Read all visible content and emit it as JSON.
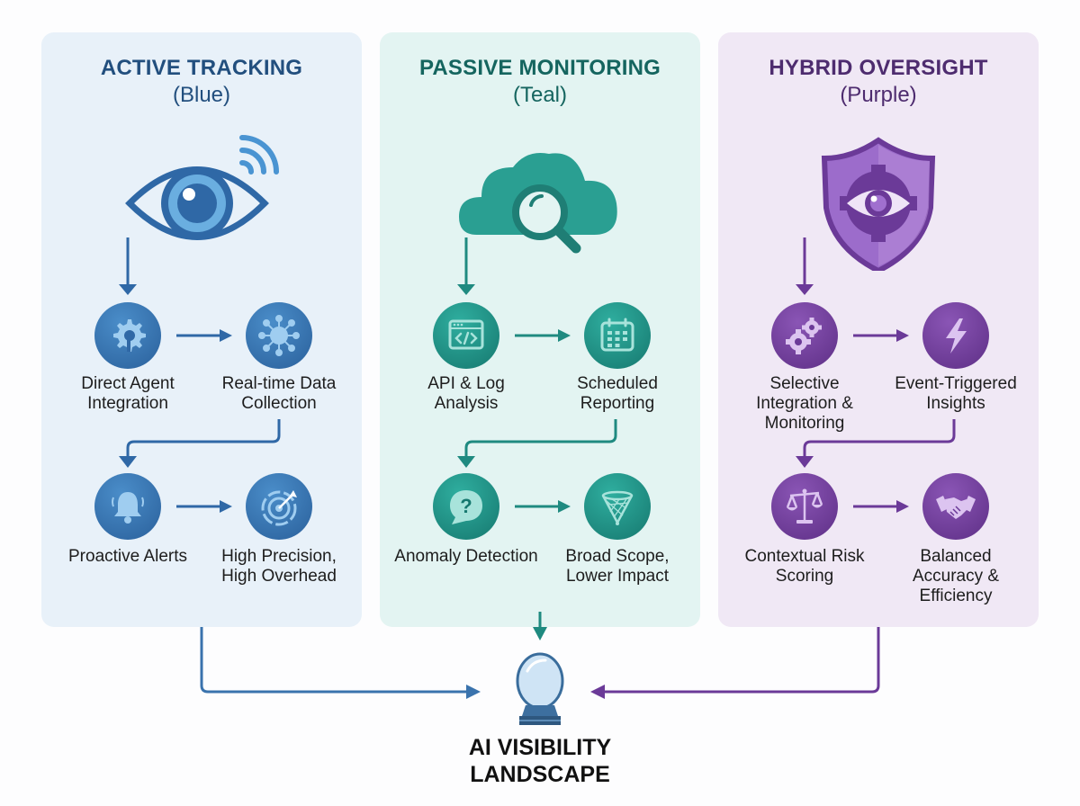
{
  "colors": {
    "blue": "#2a609b",
    "teal": "#16786f",
    "purple": "#5e2f86",
    "blue_bg": "#e8f1f9",
    "teal_bg": "#e3f4f2",
    "purple_bg": "#f0e8f5"
  },
  "panels": [
    {
      "title": "ACTIVE TRACKING",
      "subtitle": "(Blue)",
      "hero_icon": "eye-with-signal-icon",
      "steps": [
        {
          "label": "Direct Agent Integration",
          "icon": "gear-wrench-icon"
        },
        {
          "label": "Real-time Data Collection",
          "icon": "network-globe-icon"
        },
        {
          "label": "Proactive Alerts",
          "icon": "bell-icon"
        },
        {
          "label": "High Precision, High Overhead",
          "icon": "target-icon"
        }
      ]
    },
    {
      "title": "PASSIVE MONITORING",
      "subtitle": "(Teal)",
      "hero_icon": "cloud-magnifier-icon",
      "steps": [
        {
          "label": "API & Log Analysis",
          "icon": "code-window-icon"
        },
        {
          "label": "Scheduled Reporting",
          "icon": "calendar-icon"
        },
        {
          "label": "Anomaly Detection",
          "icon": "question-bubble-icon"
        },
        {
          "label": "Broad Scope, Lower Impact",
          "icon": "net-icon"
        }
      ]
    },
    {
      "title": "HYBRID OVERSIGHT",
      "subtitle": "(Purple)",
      "hero_icon": "shield-gear-eye-icon",
      "steps": [
        {
          "label": "Selective Integration & Monitoring",
          "icon": "gears-icon"
        },
        {
          "label": "Event-Triggered Insights",
          "icon": "lightning-icon"
        },
        {
          "label": "Contextual Risk Scoring",
          "icon": "scales-icon"
        },
        {
          "label": "Balanced Accuracy & Efficiency",
          "icon": "handshake-icon"
        }
      ]
    }
  ],
  "outcome": {
    "line1": "AI VISIBILITY",
    "line2": "LANDSCAPE",
    "icon": "crystal-ball-icon"
  }
}
